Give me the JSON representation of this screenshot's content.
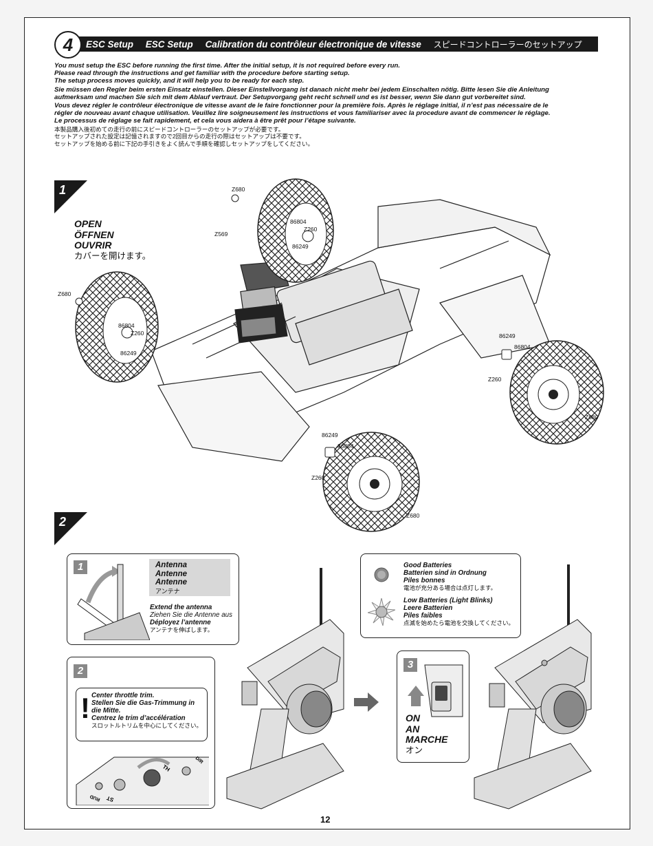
{
  "header": {
    "step_number": "4",
    "title_en": "ESC Setup",
    "title_de": "ESC Setup",
    "title_fr": "Calibration du contrôleur électronique de vitesse",
    "title_jp": "スピードコントローラーのセットアップ"
  },
  "intro": {
    "en": [
      "You must setup the ESC before running the first time.  After the initial setup, it is not required before every run.",
      "Please read through the instructions and get familiar with the procedure before starting setup.",
      "The setup process moves quickly, and it will help you to be ready for each step."
    ],
    "de": [
      "Sie müssen den Regler beim ersten Einsatz einstellen. Dieser Einstellvorgang ist danach nicht mehr bei jedem Einschalten nötig. Bitte lesen Sie die Anleitung",
      "aufmerksam und machen Sie sich mit dem Ablauf vertraut. Der Setupvorgang geht recht schnell und es ist besser, wenn Sie dann gut vorbereitet sind."
    ],
    "fr": [
      "Vous devez régler le contrôleur électronique de vitesse avant de le faire fonctionner pour la première fois. Après le réglage initial, il n’est pas nécessaire de le",
      "régler de nouveau avant chaque utilisation. Veuillez lire soigneusement les instructions et vous familiariser avec la procedure avant de commencer le réglage.",
      "Le processus de réglage se fait rapidement, et cela vous aidera à être prêt pour l’étape suivante."
    ],
    "jp": [
      "本製品購入後初めての走行の前にスピードコントローラーのセットアップが必要です。",
      "セットアップされた設定は記憶されますので2回目からの走行の際はセットアップは不要です。",
      "セットアップを始める前に下記の手引きをよく読んで手順を確認しセットアップをしてください。"
    ]
  },
  "step1": {
    "number": "1",
    "open_en": "OPEN",
    "open_de": "ÖFFNEN",
    "open_fr": "OUVRIR",
    "open_jp": "カバーを開けます。",
    "parts": {
      "z680": "Z680",
      "z569": "Z569",
      "p86804": "86804",
      "z260": "Z260",
      "p86249": "86249"
    }
  },
  "step2": {
    "number": "2",
    "panel1": {
      "number": "1",
      "antenna_en": "Antenna",
      "antenna_de": "Antenne",
      "antenna_fr": "Antenne",
      "antenna_jp": "アンテナ",
      "extend_en": "Extend the antenna",
      "extend_de": "Ziehen Sie die Antenne aus",
      "extend_fr": "Déployez l’antenne",
      "extend_jp": "アンテナを伸ばします。"
    },
    "panel2": {
      "number": "2",
      "center_en": "Center throttle trim.",
      "center_de": "Stellen Sie die Gas-Trimmung in die Mitte.",
      "center_fr": "Centrez le trim d’accélération",
      "center_jp": "スロットルトリムを中心にしてください。",
      "knob_th": "TH",
      "knob_st": "ST",
      "knob_dr": "D/R",
      "knob_dual": "D/R",
      "knob_rud": "RUD"
    },
    "panel3": {
      "number": "3",
      "on_en": "ON",
      "on_de": "AN",
      "on_fr": "MARCHE",
      "on_jp": "オン"
    },
    "battery": {
      "good_en": "Good Batteries",
      "good_de": "Batterien sind in Ordnung",
      "good_fr": "Piles bonnes",
      "good_jp": "電池が充分ある場合は点灯します。",
      "low_en": "Low Batteries (Light Blinks)",
      "low_de": "Leere Batterien",
      "low_fr": "Piles faibles",
      "low_jp": "点滅を始めたら電池を交換してください。"
    }
  },
  "page_number": "12"
}
